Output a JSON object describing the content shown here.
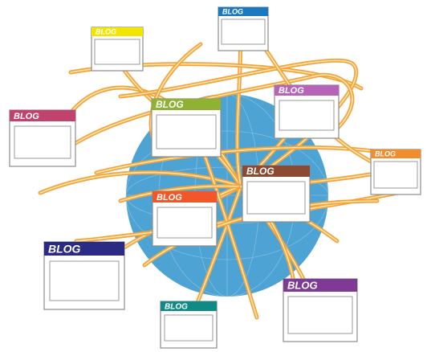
{
  "globe": {
    "fill": "#4da3d4",
    "grid": "#7fbde0"
  },
  "link_colors": {
    "outer": "#f3a33a",
    "inner": "#fde6b0"
  },
  "windows": [
    {
      "id": "top-center",
      "label": "BLOG",
      "color": "#1c79c0"
    },
    {
      "id": "top-left",
      "label": "BLOG",
      "color": "#f2e500"
    },
    {
      "id": "left",
      "label": "BLOG",
      "color": "#c0436e"
    },
    {
      "id": "center-upper",
      "label": "BLOG",
      "color": "#8fb233"
    },
    {
      "id": "upper-right",
      "label": "BLOG",
      "color": "#b664b7"
    },
    {
      "id": "center-right",
      "label": "BLOG",
      "color": "#8b4a31"
    },
    {
      "id": "far-right",
      "label": "BLOG",
      "color": "#f28d2c"
    },
    {
      "id": "center-lower",
      "label": "BLOG",
      "color": "#f2562b"
    },
    {
      "id": "lower-left",
      "label": "BLOG",
      "color": "#2b2a85"
    },
    {
      "id": "bottom-center",
      "label": "BLOG",
      "color": "#0f8a84"
    },
    {
      "id": "lower-right",
      "label": "BLOG",
      "color": "#7f3a96"
    }
  ]
}
